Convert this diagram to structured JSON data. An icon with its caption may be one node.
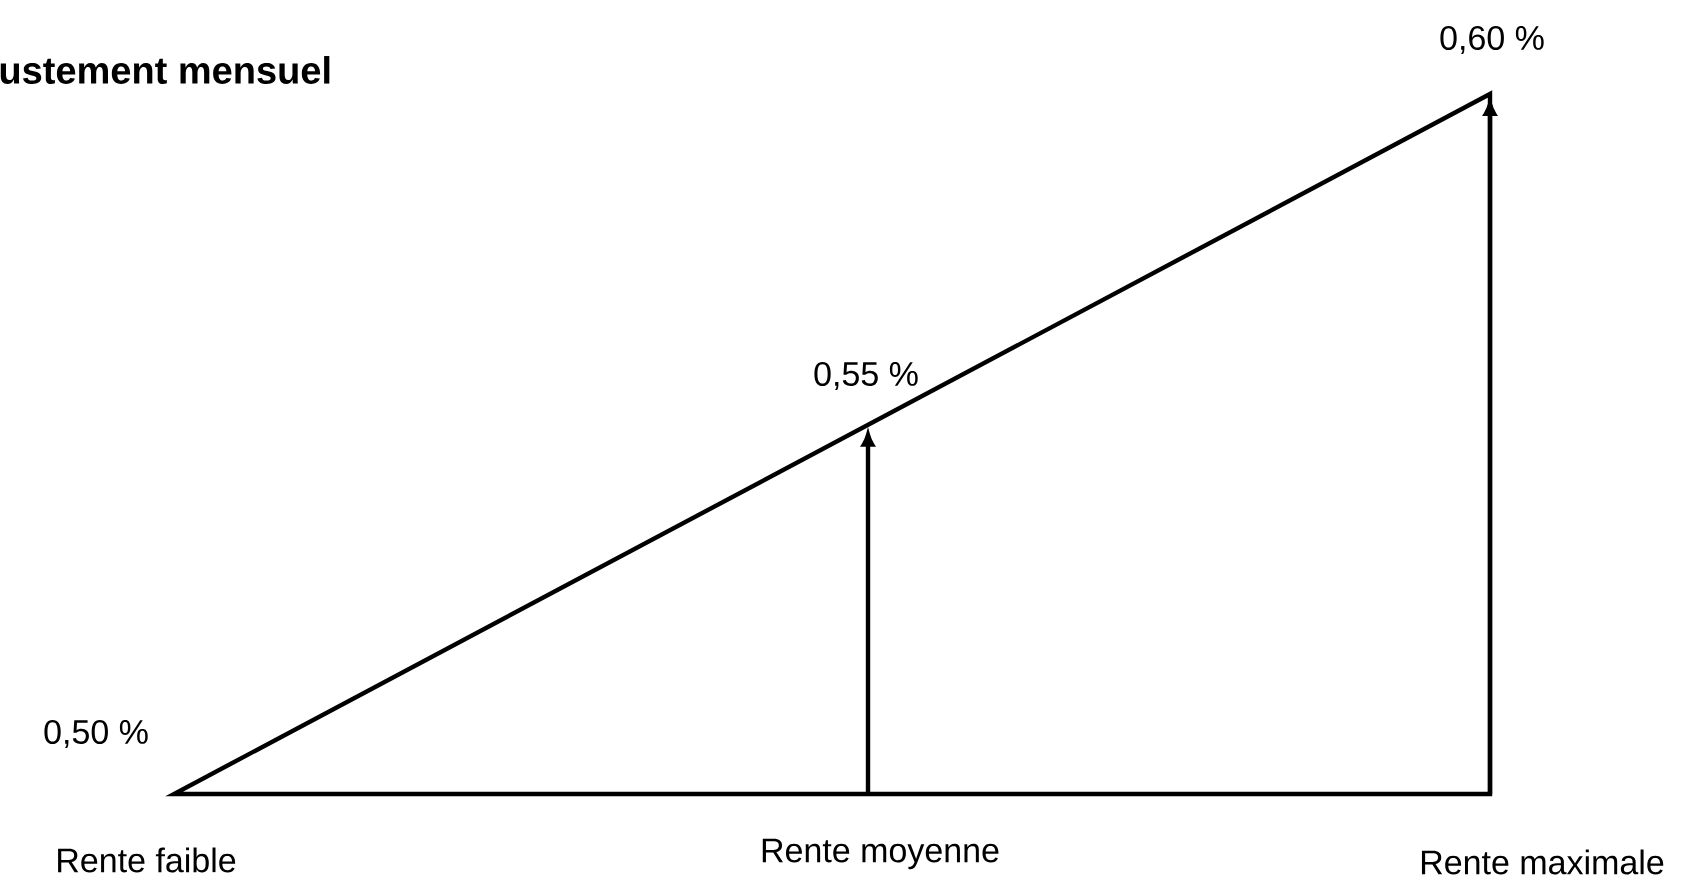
{
  "diagram": {
    "title": "ustement mensuel",
    "labels": [
      "0,60 %",
      "0,55 %",
      "0,50 %",
      "Rente faible",
      "Rente moyenne",
      "Rente maximale"
    ]
  }
}
